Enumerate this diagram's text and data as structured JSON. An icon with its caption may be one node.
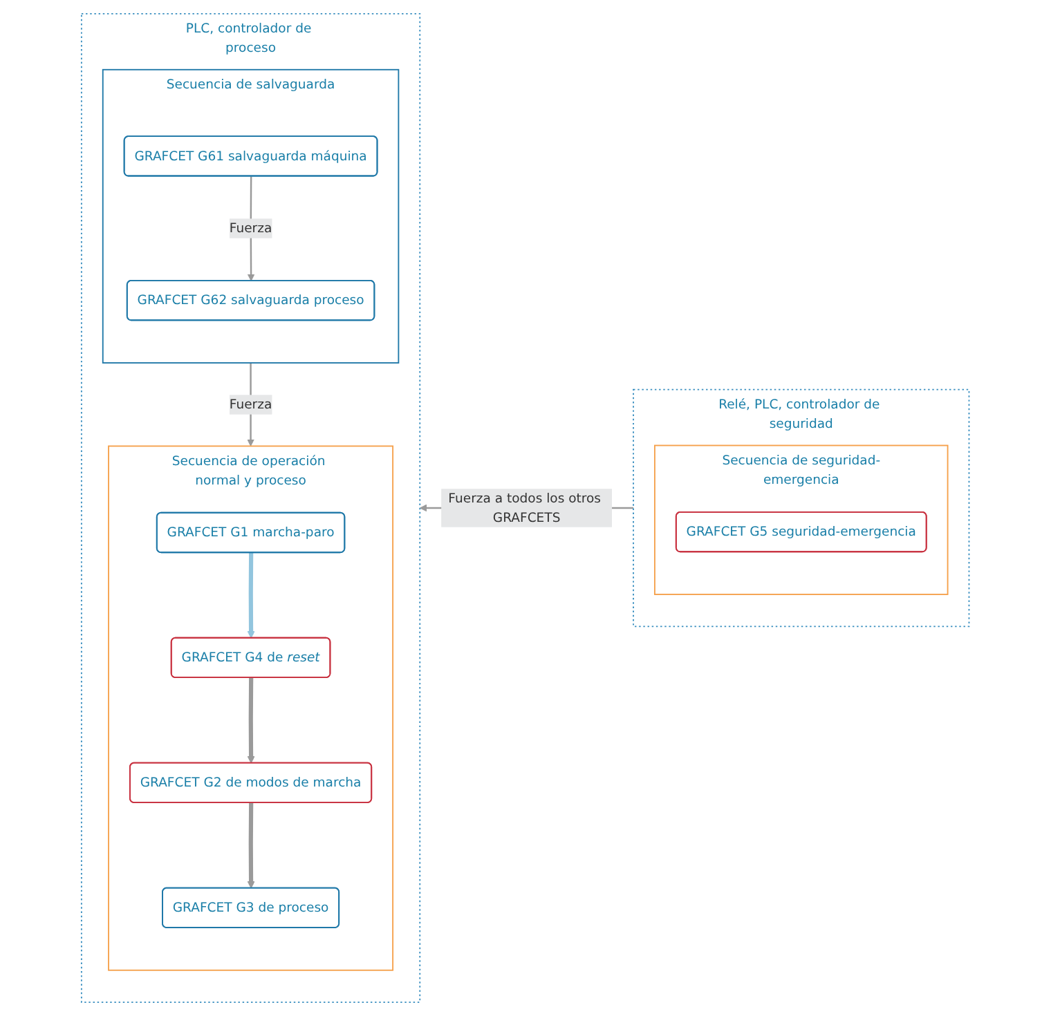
{
  "diagram": {
    "nodes": [
      {
        "text": [
          "PLC, controlador de proceso"
        ]
      },
      {
        "text": [
          "Secuencia de operación normal y proceso"
        ],
        "in": 0
      },
      {
        "text": [
          "GRAFCET G1 marcha-paro"
        ],
        "in": 1
      },
      {
        "text": [
          "GRAFCET G4 de *reset*"
        ],
        "in": 1
      },
      {
        "text": [
          "GRAFCET G2 de modos de marcha"
        ],
        "in": 1
      },
      {
        "text": [
          "GRAFCET G3 de proceso"
        ],
        "in": 1
      },
      {
        "text": [
          "Secuencia de salvaguarda"
        ],
        "in": 0
      },
      {
        "text": [
          "GRAFCET G62 salvaguarda proceso"
        ],
        "in": 6
      },
      {
        "text": [
          "GRAFCET G61 salvaguarda máquina"
        ],
        "in": 6
      },
      {
        "text": [
          "Relé, PLC, controlador de seguridad"
        ]
      },
      {
        "text": [
          "Secuencia de seguridad-emergencia"
        ],
        "in": 9
      },
      {
        "text": [
          "GRAFCET G5 seguridad-emergencia"
        ],
        "in": 10
      }
    ],
    "edges": [
      {
        "from": 2,
        "to": 3,
        "arrow": "to",
        "style": "thick",
        "color": "#92c5de"
      },
      {
        "from": 3,
        "to": 4,
        "arrow": "to",
        "style": "thick"
      },
      {
        "from": 4,
        "to": 5,
        "arrow": "to",
        "style": "thick"
      },
      {
        "from": 6,
        "to": 1,
        "arrow": "to",
        "label": "Fuerza"
      },
      {
        "from": 8,
        "to": 7,
        "arrow": "to",
        "label": "Fuerza"
      },
      {
        "from": 9,
        "to": 0,
        "arrow": "to",
        "label": "Fuerza a todos los otros GRAFCETS"
      }
    ]
  }
}
